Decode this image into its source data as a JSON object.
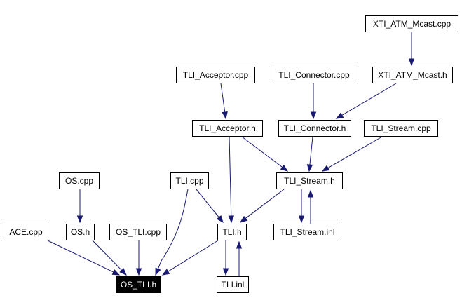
{
  "graph": {
    "edge_color": "#191970",
    "nodes": [
      {
        "id": "xti_atm_mcast_cpp",
        "label": "XTI_ATM_Mcast.cpp"
      },
      {
        "id": "tli_acceptor_cpp",
        "label": "TLI_Acceptor.cpp"
      },
      {
        "id": "tli_connector_cpp",
        "label": "TLI_Connector.cpp"
      },
      {
        "id": "xti_atm_mcast_h",
        "label": "XTI_ATM_Mcast.h"
      },
      {
        "id": "tli_acceptor_h",
        "label": "TLI_Acceptor.h"
      },
      {
        "id": "tli_connector_h",
        "label": "TLI_Connector.h"
      },
      {
        "id": "tli_stream_cpp",
        "label": "TLI_Stream.cpp"
      },
      {
        "id": "os_cpp",
        "label": "OS.cpp"
      },
      {
        "id": "tli_cpp",
        "label": "TLI.cpp"
      },
      {
        "id": "tli_stream_h",
        "label": "TLI_Stream.h"
      },
      {
        "id": "ace_cpp",
        "label": "ACE.cpp"
      },
      {
        "id": "os_h",
        "label": "OS.h"
      },
      {
        "id": "os_tli_cpp",
        "label": "OS_TLI.cpp"
      },
      {
        "id": "tli_h",
        "label": "TLI.h"
      },
      {
        "id": "tli_stream_inl",
        "label": "TLI_Stream.inl"
      },
      {
        "id": "os_tli_h",
        "label": "OS_TLI.h",
        "highlighted": true
      },
      {
        "id": "tli_inl",
        "label": "TLI.inl"
      }
    ],
    "edges": [
      {
        "from": "xti_atm_mcast_cpp",
        "to": "xti_atm_mcast_h"
      },
      {
        "from": "xti_atm_mcast_h",
        "to": "tli_connector_h"
      },
      {
        "from": "tli_acceptor_cpp",
        "to": "tli_acceptor_h"
      },
      {
        "from": "tli_connector_cpp",
        "to": "tli_connector_h"
      },
      {
        "from": "tli_acceptor_h",
        "to": "tli_stream_h"
      },
      {
        "from": "tli_acceptor_h",
        "to": "tli_h"
      },
      {
        "from": "tli_connector_h",
        "to": "tli_stream_h"
      },
      {
        "from": "tli_stream_cpp",
        "to": "tli_stream_h"
      },
      {
        "from": "tli_stream_h",
        "to": "tli_h"
      },
      {
        "from": "tli_stream_h",
        "to": "tli_stream_inl"
      },
      {
        "from": "tli_stream_inl",
        "to": "tli_stream_h"
      },
      {
        "from": "tli_cpp",
        "to": "tli_h"
      },
      {
        "from": "tli_cpp",
        "to": "os_tli_h"
      },
      {
        "from": "os_cpp",
        "to": "os_h"
      },
      {
        "from": "os_h",
        "to": "os_tli_h"
      },
      {
        "from": "ace_cpp",
        "to": "os_tli_h"
      },
      {
        "from": "os_tli_cpp",
        "to": "os_tli_h"
      },
      {
        "from": "tli_h",
        "to": "os_tli_h"
      },
      {
        "from": "tli_h",
        "to": "tli_inl"
      },
      {
        "from": "tli_inl",
        "to": "tli_h"
      }
    ]
  }
}
